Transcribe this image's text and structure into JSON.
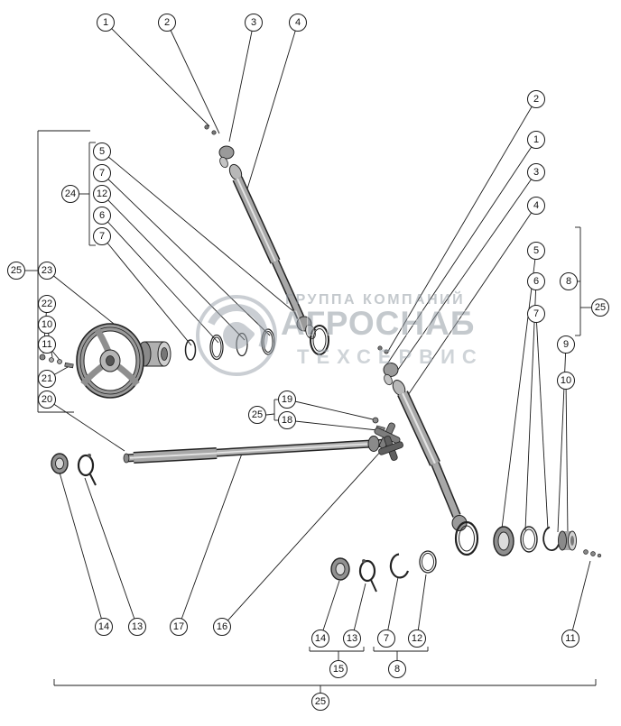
{
  "watermark": {
    "line1": "ГРУППА КОМПАНИЙ",
    "line2": "АГРОСНАБ",
    "line3": "ТЕХСЕРВИС"
  },
  "colors": {
    "line": "#1a1a1a",
    "watermark_gray": "#9aa3ab",
    "background": "#ffffff"
  },
  "callouts": [
    {
      "label": "1"
    },
    {
      "label": "2"
    },
    {
      "label": "3"
    },
    {
      "label": "4"
    },
    {
      "label": "2"
    },
    {
      "label": "1"
    },
    {
      "label": "3"
    },
    {
      "label": "4"
    },
    {
      "label": "5"
    },
    {
      "label": "6"
    },
    {
      "label": "7"
    },
    {
      "label": "8"
    },
    {
      "label": "25"
    },
    {
      "label": "9"
    },
    {
      "label": "10"
    },
    {
      "label": "5"
    },
    {
      "label": "7"
    },
    {
      "label": "12"
    },
    {
      "label": "6"
    },
    {
      "label": "7"
    },
    {
      "label": "24"
    },
    {
      "label": "25"
    },
    {
      "label": "23"
    },
    {
      "label": "22"
    },
    {
      "label": "10"
    },
    {
      "label": "11"
    },
    {
      "label": "21"
    },
    {
      "label": "20"
    },
    {
      "label": "19"
    },
    {
      "label": "25"
    },
    {
      "label": "18"
    },
    {
      "label": "14"
    },
    {
      "label": "13"
    },
    {
      "label": "17"
    },
    {
      "label": "16"
    },
    {
      "label": "14"
    },
    {
      "label": "13"
    },
    {
      "label": "7"
    },
    {
      "label": "12"
    },
    {
      "label": "15"
    },
    {
      "label": "8"
    },
    {
      "label": "25"
    },
    {
      "label": "11"
    }
  ]
}
